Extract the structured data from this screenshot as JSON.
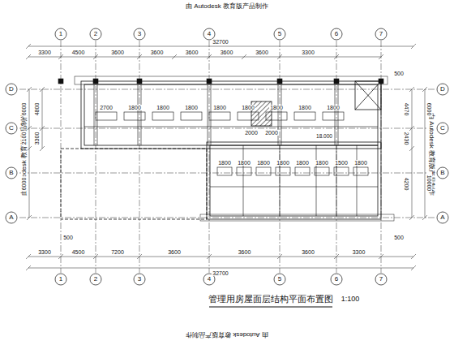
{
  "diagram": {
    "title": "管理用房屋面层结构平面布置图",
    "labels": [
      "由 Autodesk 教育版产品制作",
      "由 Autodesk 教育版产品制作",
      "由 Autodesk 教育版产品制作",
      "由 Autodesk 教育版产品制作",
      "1",
      "2",
      "3",
      "4",
      "5",
      "6",
      "7",
      "1",
      "2",
      "3",
      "4",
      "5",
      "6",
      "7",
      "D",
      "C",
      "B",
      "A",
      "D",
      "C",
      "B",
      "A",
      "32700",
      "3300",
      "4500",
      "3600",
      "3600",
      "3600",
      "3600",
      "3600",
      "3300",
      "32700",
      "3300",
      "4500",
      "7200",
      "3600",
      "3600",
      "3600",
      "3300",
      "6000",
      "2100",
      "6000",
      "4800",
      "3300",
      "6000",
      "10000",
      "4470",
      "2430",
      "4200",
      "2700",
      "1800",
      "1800",
      "1800",
      "1800",
      "1800",
      "1800",
      "1800",
      "1800",
      "2000",
      "2000",
      "18.000",
      "1800",
      "1800",
      "1800",
      "1800",
      "1800",
      "1800",
      "1500",
      "1800",
      "500",
      "500",
      "500",
      "1:100"
    ]
  }
}
